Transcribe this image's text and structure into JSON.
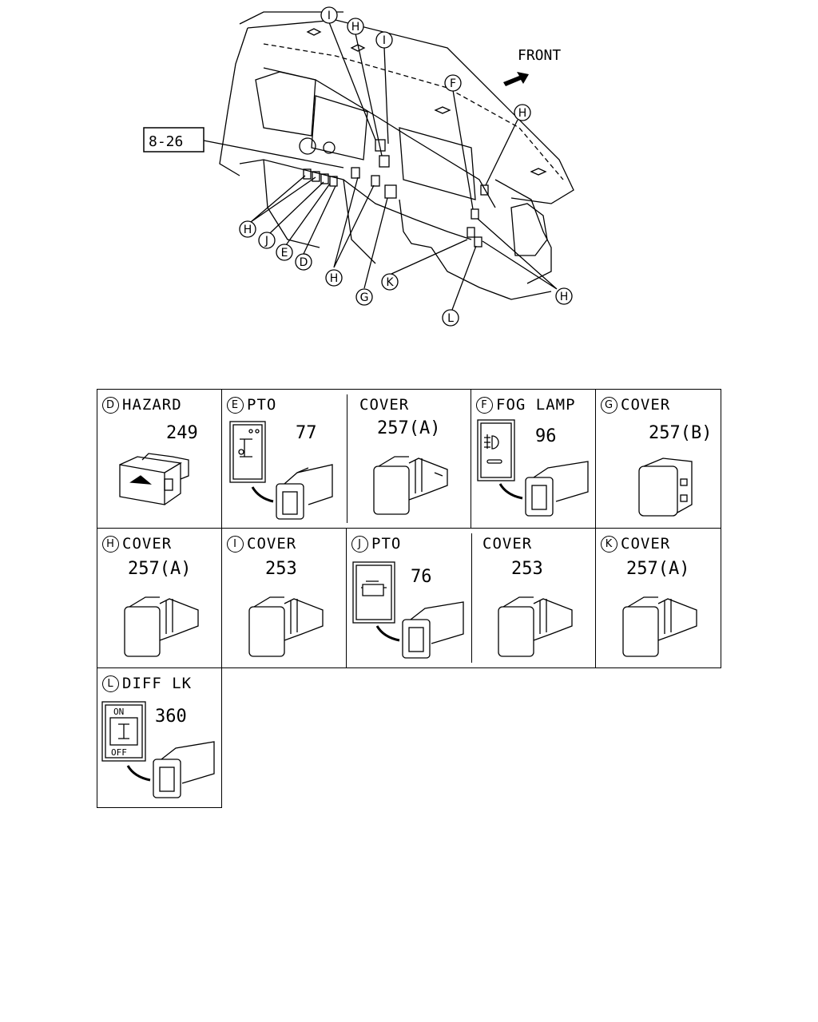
{
  "overview": {
    "ref_box": "8-26",
    "front_label": "FRONT",
    "callouts": [
      "I",
      "H",
      "I",
      "F",
      "H",
      "H",
      "J",
      "E",
      "D",
      "H",
      "G",
      "K",
      "L",
      "H"
    ]
  },
  "cells": {
    "D": {
      "letter": "D",
      "title": "HAZARD",
      "part": "249"
    },
    "E": {
      "letter": "E",
      "title": "PTO",
      "part": "77",
      "sub_title": "COVER",
      "sub_part": "257(A)"
    },
    "F": {
      "letter": "F",
      "title": "FOG LAMP",
      "part": "96"
    },
    "G": {
      "letter": "G",
      "title": "COVER",
      "part": "257(B)"
    },
    "H": {
      "letter": "H",
      "title": "COVER",
      "part": "257(A)"
    },
    "I": {
      "letter": "I",
      "title": "COVER",
      "part": "253"
    },
    "J": {
      "letter": "J",
      "title": "PTO",
      "part": "76",
      "sub_title": "COVER",
      "sub_part": "253"
    },
    "K": {
      "letter": "K",
      "title": "COVER",
      "part": "257(A)"
    },
    "L": {
      "letter": "L",
      "title": "DIFF LK",
      "part": "360",
      "switch_on": "ON",
      "switch_off": "OFF"
    }
  }
}
